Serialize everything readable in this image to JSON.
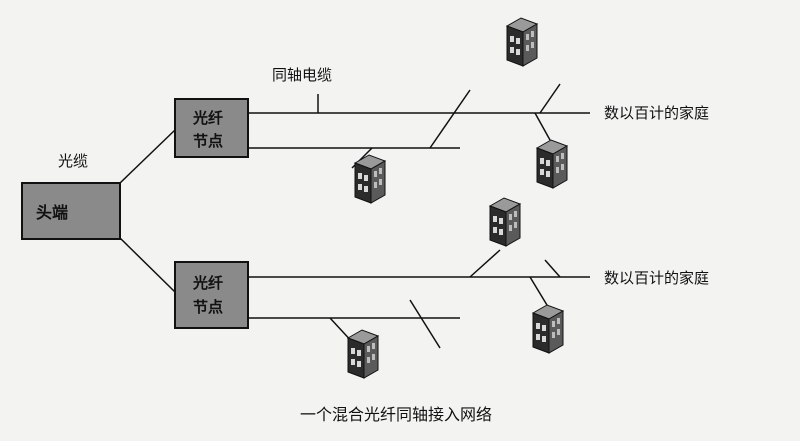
{
  "headend": {
    "label": "头端"
  },
  "fiber_nodes": [
    {
      "line1": "光纤",
      "line2": "节点"
    },
    {
      "line1": "光纤",
      "line2": "节点"
    }
  ],
  "labels": {
    "fiber_cable": "光缆",
    "coax_cable": "同轴电缆",
    "homes_top": "数以百计的家庭",
    "homes_bottom": "数以百计的家庭",
    "caption": "一个混合光纤同轴接入网络"
  },
  "colors": {
    "box_fill": "#8a8a8a",
    "line": "#111111",
    "house_front": "#2b2b2b",
    "house_side": "#5a5a5a",
    "house_roof": "#9a9a9a",
    "window": "#d8d8d8",
    "background": "#f3f3f1"
  }
}
